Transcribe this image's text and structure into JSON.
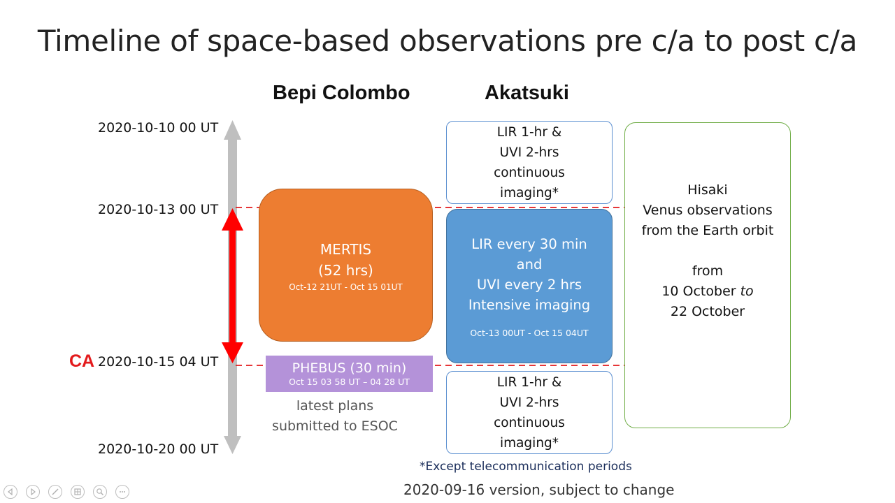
{
  "slide": {
    "title": "Timeline of space-based observations pre c/a to post c/a",
    "columns": {
      "bepi": "Bepi Colombo",
      "akatsuki": "Akatsuki"
    },
    "dates": {
      "d1": "2020-10-10 00 UT",
      "d2": "2020-10-13 00 UT",
      "d3": "2020-10-15 04 UT",
      "d4": "2020-10-20 00 UT"
    },
    "ca_label": "CA",
    "mertis": {
      "line1": "MERTIS",
      "line2": "(52 hrs)",
      "period": "Oct-12 21UT - Oct 15 01UT"
    },
    "phebus": {
      "line1": "PHEBUS (30 min)",
      "period": "Oct 15 03 58 UT – 04 28 UT"
    },
    "bepi_note": {
      "line1": "latest plans",
      "line2": "submitted to ESOC"
    },
    "aka_top": {
      "line1": "LIR 1-hr &",
      "line2": "UVI 2-hrs",
      "line3": "continuous",
      "line4": "imaging*"
    },
    "aka_mid": {
      "line1": "LIR every 30 min",
      "line2": "and",
      "line3": "UVI every 2 hrs",
      "line4": "Intensive imaging",
      "period": "Oct-13 00UT - Oct 15 04UT"
    },
    "aka_bottom": {
      "line1": "LIR 1-hr &",
      "line2": "UVI 2-hrs",
      "line3": "continuous",
      "line4": "imaging*"
    },
    "hisaki": {
      "line1": "Hisaki",
      "line2": "Venus observations",
      "line3": "from the Earth orbit",
      "line4": "from",
      "line5_pre": "10 October ",
      "line5_em": "to",
      "line6": "22  October"
    },
    "footnote": "*Except telecommunication periods",
    "version": "2020-09-16 version, subject to change"
  },
  "colors": {
    "mertis": "#ed7d31",
    "akatsuki_intensive": "#5b9bd5",
    "phebus": "#b492d9",
    "hisaki_border": "#70ad47",
    "ca_red": "#e31a1c",
    "timeline_gray": "#bfbfbf"
  },
  "nav": {
    "icons": [
      "prev-icon",
      "next-icon",
      "pen-icon",
      "slides-icon",
      "zoom-icon",
      "more-icon"
    ]
  }
}
